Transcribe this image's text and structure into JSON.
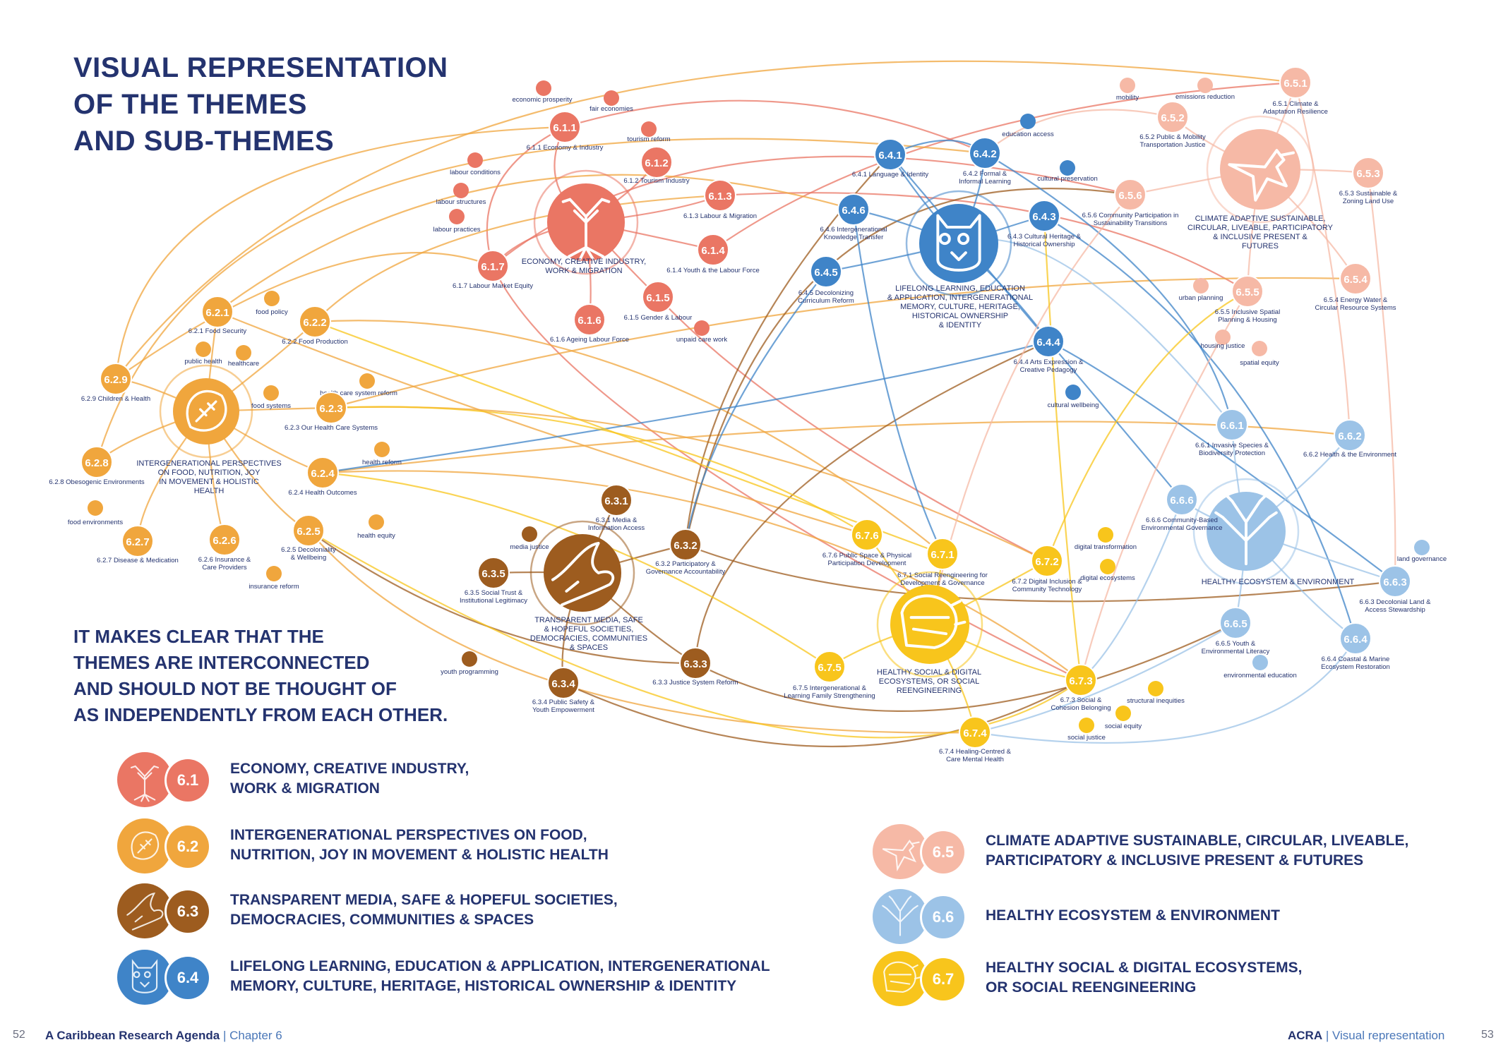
{
  "title_lines": [
    "VISUAL REPRESENTATION",
    "OF THE THEMES",
    "AND SUB-THEMES"
  ],
  "subtitle_lines": [
    "IT MAKES CLEAR THAT THE",
    "THEMES ARE INTERCONNECTED",
    "AND SHOULD NOT BE THOUGHT OF",
    "AS INDEPENDENTLY FROM EACH OTHER."
  ],
  "colors": {
    "6.1": "#ea7664",
    "6.2": "#f0a63d",
    "6.3": "#9d5c1f",
    "6.4": "#3f84c8",
    "6.5": "#f6b9a6",
    "6.6": "#9cc3e7",
    "6.7": "#f8c51c",
    "text": "#24336f"
  },
  "themes": [
    {
      "id": "6.1",
      "label": "ECONOMY, CREATIVE INDUSTRY, WORK & MIGRATION",
      "icon": "mangrove-tree-icon"
    },
    {
      "id": "6.2",
      "label": "INTERGENERATIONAL PERSPECTIVES ON FOOD, NUTRITION, JOY IN MOVEMENT & HOLISTIC HEALTH",
      "icon": "fruit-icon"
    },
    {
      "id": "6.3",
      "label": "TRANSPARENT MEDIA, SAFE & HOPEFUL SOCIETIES, DEMOCRACIES, COMMUNITIES & SPACES",
      "icon": "dove-icon"
    },
    {
      "id": "6.4",
      "label": "LIFELONG LEARNING, EDUCATION & APPLICATION, INTERGENERATIONAL MEMORY, CULTURE, HERITAGE, HISTORICAL OWNERSHIP & IDENTITY",
      "icon": "owl-icon"
    },
    {
      "id": "6.5",
      "label": "CLIMATE ADAPTIVE SUSTAINABLE, CIRCULAR, LIVEABLE, PARTICIPATORY & INCLUSIVE PRESENT & FUTURES",
      "icon": "hummingbird-icon"
    },
    {
      "id": "6.6",
      "label": "HEALTHY ECOSYSTEM & ENVIRONMENT",
      "icon": "coral-icon"
    },
    {
      "id": "6.7",
      "label": "HEALTHY SOCIAL & DIGITAL ECOSYSTEMS, OR SOCIAL REENGINEERING",
      "icon": "conch-shell-icon"
    }
  ],
  "legend": [
    {
      "id": "6.1",
      "lines": [
        "ECONOMY, CREATIVE INDUSTRY,",
        "WORK & MIGRATION"
      ]
    },
    {
      "id": "6.2",
      "lines": [
        "INTERGENERATIONAL PERSPECTIVES ON FOOD,",
        "NUTRITION, JOY IN MOVEMENT & HOLISTIC HEALTH"
      ]
    },
    {
      "id": "6.3",
      "lines": [
        "TRANSPARENT MEDIA, SAFE & HOPEFUL SOCIETIES,",
        "DEMOCRACIES, COMMUNITIES & SPACES"
      ]
    },
    {
      "id": "6.4",
      "lines": [
        "LIFELONG LEARNING, EDUCATION & APPLICATION, INTERGENERATIONAL",
        "MEMORY, CULTURE, HERITAGE, HISTORICAL OWNERSHIP & IDENTITY"
      ]
    },
    {
      "id": "6.5",
      "lines": [
        "CLIMATE ADAPTIVE SUSTAINABLE, CIRCULAR, LIVEABLE,",
        "PARTICIPATORY & INCLUSIVE PRESENT & FUTURES"
      ]
    },
    {
      "id": "6.6",
      "lines": [
        "HEALTHY ECOSYSTEM & ENVIRONMENT"
      ]
    },
    {
      "id": "6.7",
      "lines": [
        "HEALTHY SOCIAL & DIGITAL ECOSYSTEMS,",
        "OR SOCIAL REENGINEERING"
      ]
    }
  ],
  "subthemes": [
    {
      "id": "6.1.1",
      "theme": "6.1",
      "label": "6.1.1 Economy & Industry"
    },
    {
      "id": "6.1.2",
      "theme": "6.1",
      "label": "6.1.2 Tourism Industry"
    },
    {
      "id": "6.1.3",
      "theme": "6.1",
      "label": "6.1.3 Labour & Migration"
    },
    {
      "id": "6.1.4",
      "theme": "6.1",
      "label": "6.1.4 Youth & the Labour Force"
    },
    {
      "id": "6.1.5",
      "theme": "6.1",
      "label": "6.1.5 Gender & Labour"
    },
    {
      "id": "6.1.6",
      "theme": "6.1",
      "label": "6.1.6 Ageing Labour Force"
    },
    {
      "id": "6.1.7",
      "theme": "6.1",
      "label": "6.1.7 Labour Market Equity"
    },
    {
      "id": "6.2.1",
      "theme": "6.2",
      "label": "6.2.1 Food Security"
    },
    {
      "id": "6.2.2",
      "theme": "6.2",
      "label": "6.2.2 Food Production"
    },
    {
      "id": "6.2.3",
      "theme": "6.2",
      "label": "6.2.3 Our Health Care Systems"
    },
    {
      "id": "6.2.4",
      "theme": "6.2",
      "label": "6.2.4 Health Outcomes"
    },
    {
      "id": "6.2.5",
      "theme": "6.2",
      "label": "6.2.5 Decoloniality & Wellbeing"
    },
    {
      "id": "6.2.6",
      "theme": "6.2",
      "label": "6.2.6 Insurance & Care Providers"
    },
    {
      "id": "6.2.7",
      "theme": "6.2",
      "label": "6.2.7 Disease & Medication"
    },
    {
      "id": "6.2.8",
      "theme": "6.2",
      "label": "6.2.8 Obesogenic Environments"
    },
    {
      "id": "6.2.9",
      "theme": "6.2",
      "label": "6.2.9 Children & Health"
    },
    {
      "id": "6.3.1",
      "theme": "6.3",
      "label": "6.3.1 Media & Information Access"
    },
    {
      "id": "6.3.2",
      "theme": "6.3",
      "label": "6.3.2 Participatory Governance & Accountability"
    },
    {
      "id": "6.3.3",
      "theme": "6.3",
      "label": "6.3.3 Justice System Reform"
    },
    {
      "id": "6.3.4",
      "theme": "6.3",
      "label": "6.3.4 Public Safety & Youth Empowerment"
    },
    {
      "id": "6.3.5",
      "theme": "6.3",
      "label": "6.3.5 Social Trust & Institutional Legitimacy"
    },
    {
      "id": "6.4.1",
      "theme": "6.4",
      "label": "6.4.1 Language & Identity"
    },
    {
      "id": "6.4.2",
      "theme": "6.4",
      "label": "6.4.2 Formal & Informal Learning"
    },
    {
      "id": "6.4.3",
      "theme": "6.4",
      "label": "6.4.3 Cultural Heritage & Historical Ownership"
    },
    {
      "id": "6.4.4",
      "theme": "6.4",
      "label": "6.4.4 Arts Expression & Creative Pedagogy"
    },
    {
      "id": "6.4.5",
      "theme": "6.4",
      "label": "6.4.5 Decolonizing Curriculum Reform"
    },
    {
      "id": "6.4.6",
      "theme": "6.4",
      "label": "6.4.6 Intergenerational Knowledge Transfer"
    },
    {
      "id": "6.5.1",
      "theme": "6.5",
      "label": "6.5.1 Climate Adaptation & Resilience"
    },
    {
      "id": "6.5.2",
      "theme": "6.5",
      "label": "6.5.2 Public Transportation & Mobility Justice"
    },
    {
      "id": "6.5.3",
      "theme": "6.5",
      "label": "6.5.3 Sustainable Zoning & Land Use"
    },
    {
      "id": "6.5.4",
      "theme": "6.5",
      "label": "6.5.4 Energy Water & Circular Resource Systems"
    },
    {
      "id": "6.5.5",
      "theme": "6.5",
      "label": "6.5.5 Inclusive Spatial Planning & Housing"
    },
    {
      "id": "6.5.6",
      "theme": "6.5",
      "label": "6.5.6 Community Participation in Sustainability Transitions"
    },
    {
      "id": "6.6.1",
      "theme": "6.6",
      "label": "6.6.1 Invasive Species & Biodiversity Protection"
    },
    {
      "id": "6.6.2",
      "theme": "6.6",
      "label": "6.6.2 Health & the Environment"
    },
    {
      "id": "6.6.3",
      "theme": "6.6",
      "label": "6.6.3 Decolonial Land Access & Stewardship"
    },
    {
      "id": "6.6.4",
      "theme": "6.6",
      "label": "6.6.4 Coastal & Marine Ecosystem Restoration"
    },
    {
      "id": "6.6.5",
      "theme": "6.6",
      "label": "6.6.5 Youth & Environmental Literacy"
    },
    {
      "id": "6.6.6",
      "theme": "6.6",
      "label": "6.6.6 Community-Based Environmental Governance"
    },
    {
      "id": "6.7.1",
      "theme": "6.7",
      "label": "6.7.1 Social Reengineering for Development & Governance"
    },
    {
      "id": "6.7.2",
      "theme": "6.7",
      "label": "6.7.2 Digital Inclusion & Community Technology"
    },
    {
      "id": "6.7.3",
      "theme": "6.7",
      "label": "6.7.3 Social Cohesion & Belonging"
    },
    {
      "id": "6.7.4",
      "theme": "6.7",
      "label": "6.7.4 Healing-Centred Care & Mental Health"
    },
    {
      "id": "6.7.5",
      "theme": "6.7",
      "label": "6.7.5 Intergenerational Learning & Family Strengthening"
    },
    {
      "id": "6.7.6",
      "theme": "6.7",
      "label": "6.7.6 Public Space Participation & Physical Development"
    }
  ],
  "topics": [
    {
      "theme": "6.1",
      "label": "economic prosperity"
    },
    {
      "theme": "6.1",
      "label": "fair economies"
    },
    {
      "theme": "6.1",
      "label": "tourism reform"
    },
    {
      "theme": "6.1",
      "label": "labour conditions"
    },
    {
      "theme": "6.1",
      "label": "labour structures"
    },
    {
      "theme": "6.1",
      "label": "labour practices"
    },
    {
      "theme": "6.1",
      "label": "unpaid care work"
    },
    {
      "theme": "6.2",
      "label": "food policy"
    },
    {
      "theme": "6.2",
      "label": "public health"
    },
    {
      "theme": "6.2",
      "label": "healthcare"
    },
    {
      "theme": "6.2",
      "label": "food systems"
    },
    {
      "theme": "6.2",
      "label": "health care system reform"
    },
    {
      "theme": "6.2",
      "label": "health reform"
    },
    {
      "theme": "6.2",
      "label": "food environments"
    },
    {
      "theme": "6.2",
      "label": "health equity"
    },
    {
      "theme": "6.2",
      "label": "insurance reform"
    },
    {
      "theme": "6.3",
      "label": "media justice"
    },
    {
      "theme": "6.3",
      "label": "youth programming"
    },
    {
      "theme": "6.4",
      "label": "education access"
    },
    {
      "theme": "6.4",
      "label": "cultural preservation"
    },
    {
      "theme": "6.4",
      "label": "cultural wellbeing"
    },
    {
      "theme": "6.5",
      "label": "mobility"
    },
    {
      "theme": "6.5",
      "label": "emissions reduction"
    },
    {
      "theme": "6.5",
      "label": "urban planning"
    },
    {
      "theme": "6.5",
      "label": "housing justice"
    },
    {
      "theme": "6.5",
      "label": "spatial equity"
    },
    {
      "theme": "6.6",
      "label": "land governance"
    },
    {
      "theme": "6.6",
      "label": "environmental education"
    },
    {
      "theme": "6.7",
      "label": "digital transformation"
    },
    {
      "theme": "6.7",
      "label": "digital ecosystems"
    },
    {
      "theme": "6.7",
      "label": "structural inequities"
    },
    {
      "theme": "6.7",
      "label": "social equity"
    },
    {
      "theme": "6.7",
      "label": "social justice"
    }
  ],
  "hub_labels": {
    "6.1": [
      "ECONOMY, CREATIVE INDUSTRY,",
      "WORK & MIGRATION"
    ],
    "6.2": [
      "INTERGENERATIONAL PERSPECTIVES",
      "ON FOOD, NUTRITION, JOY",
      "IN MOVEMENT & HOLISTIC",
      "HEALTH"
    ],
    "6.3": [
      "TRANSPARENT MEDIA, SAFE",
      "& HOPEFUL SOCIETIES,",
      "DEMOCRACIES, COMMUNITIES",
      "& SPACES"
    ],
    "6.4": [
      "LIFELONG LEARNING, EDUCATION",
      "& APPLICATION, INTERGENERATIONAL",
      "MEMORY, CULTURE, HERITAGE,",
      "HISTORICAL OWNERSHIP",
      "& IDENTITY"
    ],
    "6.5": [
      "CLIMATE ADAPTIVE SUSTAINABLE,",
      "CIRCULAR, LIVEABLE, PARTICIPATORY",
      "& INCLUSIVE PRESENT &",
      "FUTURES"
    ],
    "6.6": [
      "HEALTHY ECOSYSTEM & ENVIRONMENT"
    ],
    "6.7": [
      "HEALTHY SOCIAL & DIGITAL",
      "ECOSYSTEMS, OR SOCIAL",
      "REENGINEERING"
    ]
  },
  "footer": {
    "left_page": "52",
    "left_title": "A Caribbean Research Agenda",
    "left_sep": " | ",
    "left_chapter": "Chapter 6",
    "right_title": "ACRA",
    "right_sep": " | ",
    "right_section": "Visual representation",
    "right_page": "53"
  }
}
